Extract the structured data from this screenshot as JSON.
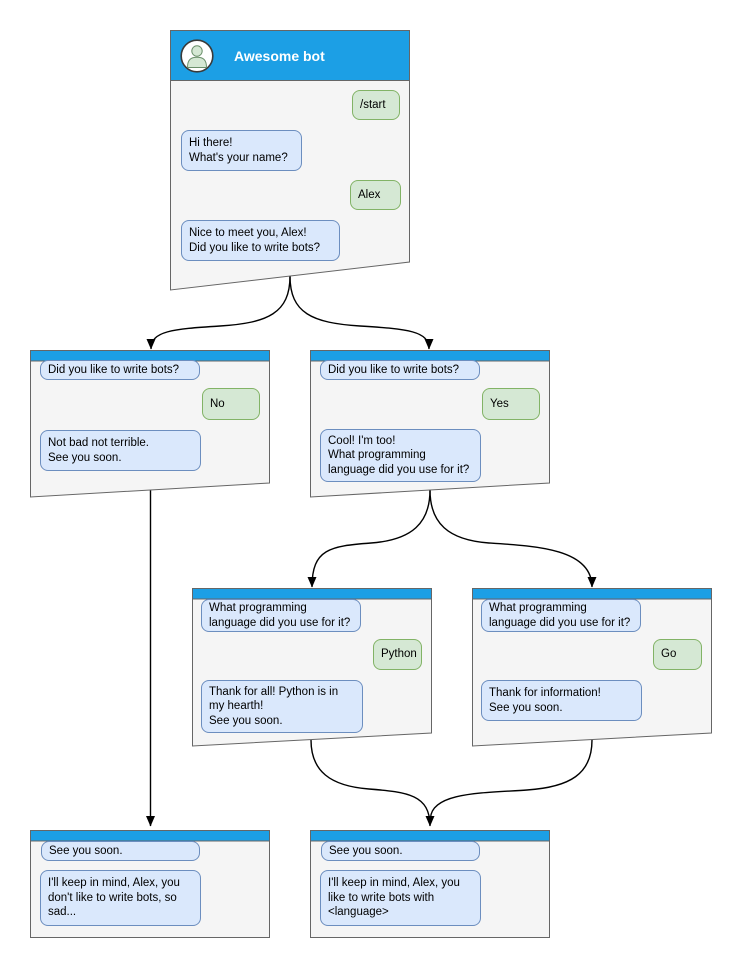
{
  "diagram_type": "chatbot-conversation-flow",
  "colors": {
    "header_blue": "#1c9fe5",
    "window_fill": "#f5f5f5",
    "window_stroke": "#666666",
    "bot_bubble_fill": "#dae8fc",
    "bot_bubble_stroke": "#6c8ebf",
    "user_bubble_fill": "#d5e8d4",
    "user_bubble_stroke": "#82b366"
  },
  "windows": {
    "main": {
      "title": "Awesome bot",
      "messages": {
        "start": "/start",
        "greet": "Hi there!\nWhat's your name?",
        "name": "Alex",
        "ask": "Nice to meet you, Alex!\nDid you like to write bots?"
      }
    },
    "branch_no": {
      "question": "Did you like to write bots?",
      "answer": "No",
      "reply": "Not bad not terrible.\nSee you soon."
    },
    "branch_yes": {
      "question": "Did you like to write bots?",
      "answer": "Yes",
      "reply": "Cool! I'm too!\nWhat programming\nlanguage did you use for it?"
    },
    "branch_python": {
      "question": "What programming\nlanguage did you use for it?",
      "answer": "Python",
      "reply": "Thank for all! Python is in\nmy hearth!\nSee you soon."
    },
    "branch_go": {
      "question": "What programming\nlanguage did you use for it?",
      "answer": "Go",
      "reply": "Thank for information!\nSee you soon."
    },
    "final_no": {
      "headline": "See you soon.",
      "reply": "I'll keep in mind, Alex, you\ndon't like to write bots, so\nsad..."
    },
    "final_lang": {
      "headline": "See you soon.",
      "reply": "I'll keep in mind, Alex, you\nlike to write bots with\n<language>"
    }
  }
}
